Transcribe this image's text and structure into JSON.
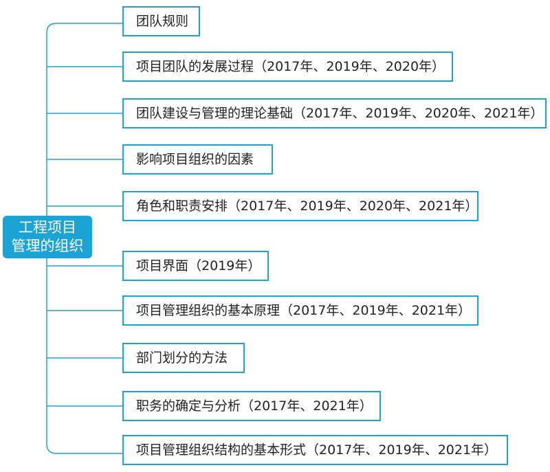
{
  "root": {
    "line1": "工程项目",
    "line2": "管理的组织"
  },
  "branches": [
    "团队规则",
    "项目团队的发展过程（2017年、2019年、2020年）",
    "团队建设与管理的理论基础（2017年、2019年、2020年、2021年）",
    "影响项目组织的因素",
    "角色和职责安排（2017年、2019年、2020年、2021年）",
    "项目界面（2019年）",
    "项目管理组织的基本原理（2017年、2019年、2021年）",
    "部门划分的方法",
    "职务的确定与分析（2017年、2021年）",
    "项目管理组织结构的基本形式（2017年、2019年、2021年）"
  ],
  "colors": {
    "accent": "#1ba3d6",
    "text": "#222222"
  }
}
